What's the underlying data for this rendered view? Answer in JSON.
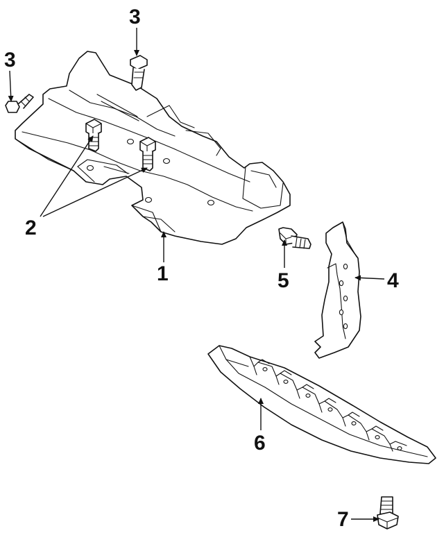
{
  "callouts": {
    "c1": "1",
    "c2": "2",
    "c3a": "3",
    "c3b": "3",
    "c4": "4",
    "c5": "5",
    "c6": "6",
    "c7": "7"
  },
  "colors": {
    "ink": "#111111",
    "background": "#ffffff"
  }
}
